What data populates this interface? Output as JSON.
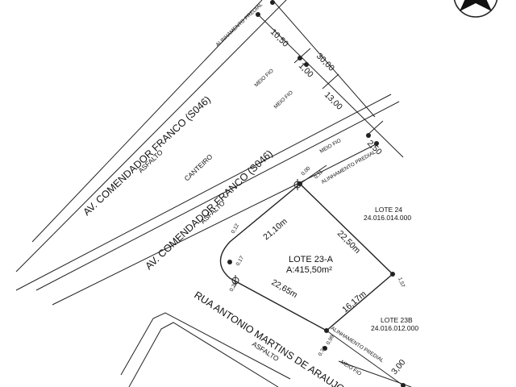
{
  "streets": {
    "av_upper": {
      "name": "AV. COMENDADOR FRANCO (S046)",
      "surface": "ASFALTO"
    },
    "median": "CANTEIRO",
    "av_lower": {
      "name": "AV. COMENDADOR FRANCO (S046)",
      "surface": "ASFALTO"
    },
    "rua": {
      "name": "RUA ANTONIO MARTINS DE ARAUJO",
      "surface": "ASFALTO"
    }
  },
  "line_labels": {
    "alinhamento_top": "ALINHAMENTO PREDIAL",
    "meio_fio_1": "MEIO FIO",
    "meio_fio_2": "MEIO FIO",
    "meio_fio_3": "MEIO FIO",
    "alinhamento_mid": "ALINHAMENTO PREDIAL",
    "alinhamento_bottom": "ALINHAMENTO PREDIAL",
    "meio_fio_bottom": "MEIO FIO"
  },
  "dimensions": {
    "d_10_50": "10,50",
    "d_30_00": "30,00",
    "d_1_00": "1,00",
    "d_13_00": "13,00",
    "d_2_50": "2,50",
    "d_21_10": "21,10m",
    "d_22_50": "22,50m",
    "d_22_65": "22,65m",
    "d_16_17": "16,17m",
    "d_3_00": "3,00"
  },
  "elevations": {
    "e_0_00": "0,00",
    "e_0_11": "0,11",
    "e_0_12": "0,12",
    "e_0_17": "0,17",
    "e_0_29": "0,29",
    "e_1_57": "1,57",
    "e_0_99": "0,99",
    "e_0_74": "0,74"
  },
  "lots": {
    "main": {
      "name": "LOTE 23-A",
      "area": "A:415,50m²"
    },
    "lot24": {
      "name": "LOTE 24",
      "code": "24.016.014.000"
    },
    "lot23b": {
      "name": "LOTE 23B",
      "code": "24.016.012.000"
    }
  },
  "icons": {
    "north_arrow": "north-arrow-icon",
    "survey_marker": "survey-marker-icon"
  }
}
